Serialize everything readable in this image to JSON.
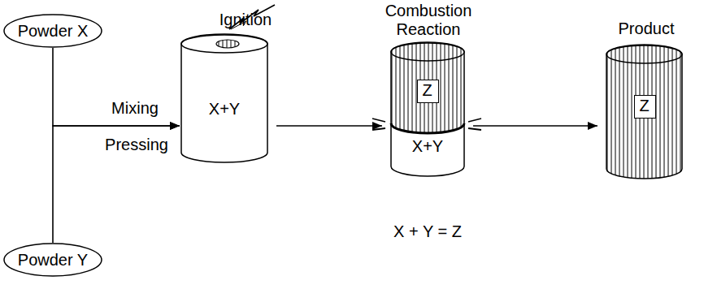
{
  "diagram": {
    "nodes": [
      {
        "text": [
          "Powder X"
        ]
      },
      {
        "text": [
          "Powder Y"
        ]
      },
      {
        "text": [
          "Ignition",
          "X+Y"
        ]
      },
      {
        "text": [
          "Combustion Reaction",
          "X+Y"
        ]
      },
      {
        "text": [
          "Z"
        ],
        "in": 3
      },
      {
        "text": [
          "Product"
        ]
      },
      {
        "text": [
          "Z"
        ],
        "in": 5
      }
    ],
    "edges": [
      {
        "from": 0,
        "to": 2,
        "arrow": "to"
      },
      {
        "from": 1,
        "to": 2,
        "arrow": "to"
      },
      {
        "from": 2,
        "to": 3,
        "arrow": "to"
      },
      {
        "from": 3,
        "to": 5,
        "arrow": "to"
      }
    ],
    "labels": [
      "Mixing",
      "Pressing",
      "X + Y = Z"
    ]
  }
}
